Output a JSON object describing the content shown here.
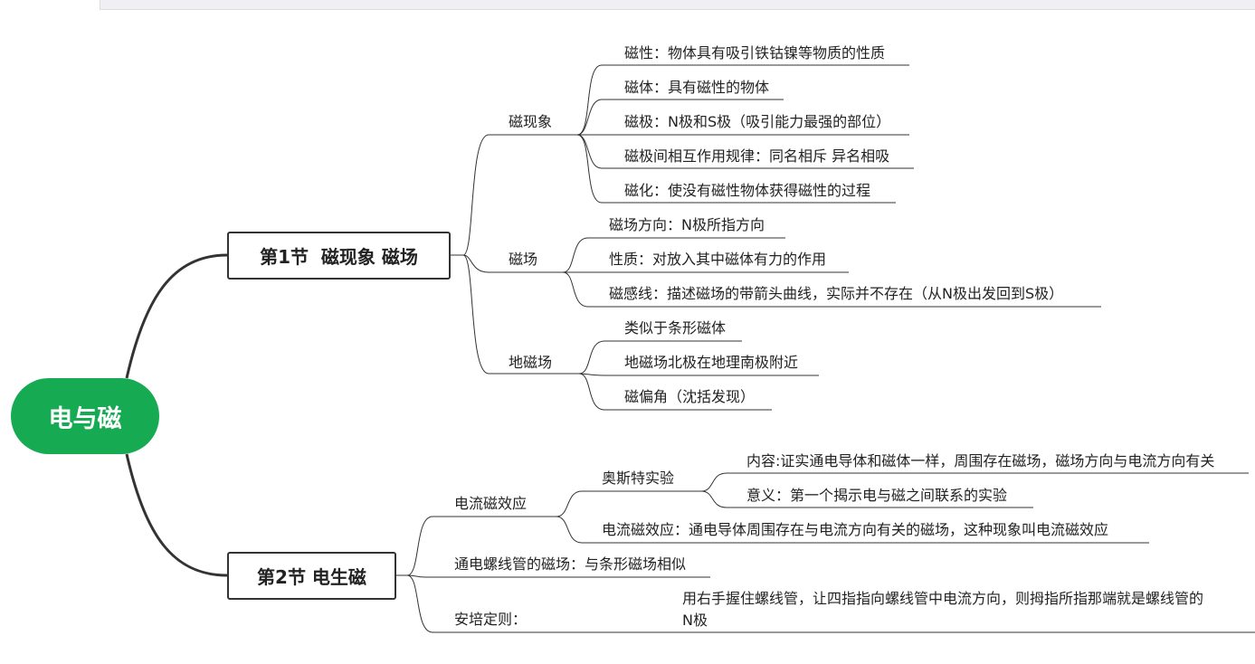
{
  "colors": {
    "root": "#16ab52",
    "line": "#333333"
  },
  "root": "电与磁",
  "sections": [
    {
      "title": "第1节  磁现象 磁场",
      "groups": [
        {
          "label": "磁现象",
          "items": [
            "磁性：物体具有吸引铁钴镍等物质的性质",
            "磁体：具有磁性的物体",
            "磁极：N极和S极（吸引能力最强的部位）",
            "磁极间相互作用规律：同名相斥 异名相吸",
            "磁化：使没有磁性物体获得磁性的过程"
          ]
        },
        {
          "label": "磁场",
          "items": [
            "磁场方向：N极所指方向",
            "性质：对放入其中磁体有力的作用",
            "磁感线：描述磁场的带箭头曲线，实际并不存在（从N极出发回到S极）"
          ]
        },
        {
          "label": "地磁场",
          "items": [
            "类似于条形磁体",
            "地磁场北极在地理南极附近",
            "磁偏角（沈括发现）"
          ]
        }
      ]
    },
    {
      "title": "第2节 电生磁",
      "groups": [
        {
          "label": "电流磁效应",
          "sub": [
            {
              "label": "奥斯特实验",
              "items": [
                "内容:证实通电导体和磁体一样，周围存在磁场，磁场方向与电流方向有关",
                "意义：第一个揭示电与磁之间联系的实验"
              ]
            },
            {
              "label": "电流磁效应：通电导体周围存在与电流方向有关的磁场，这种现象叫电流磁效应"
            }
          ]
        },
        {
          "label": "通电螺线管的磁场：与条形磁场相似"
        },
        {
          "label": "安培定则：",
          "items": [
            "用右手握住螺线管，让四指指向螺线管中电流方向，则拇指所指那端就是螺线管的",
            "N极"
          ]
        }
      ]
    }
  ]
}
